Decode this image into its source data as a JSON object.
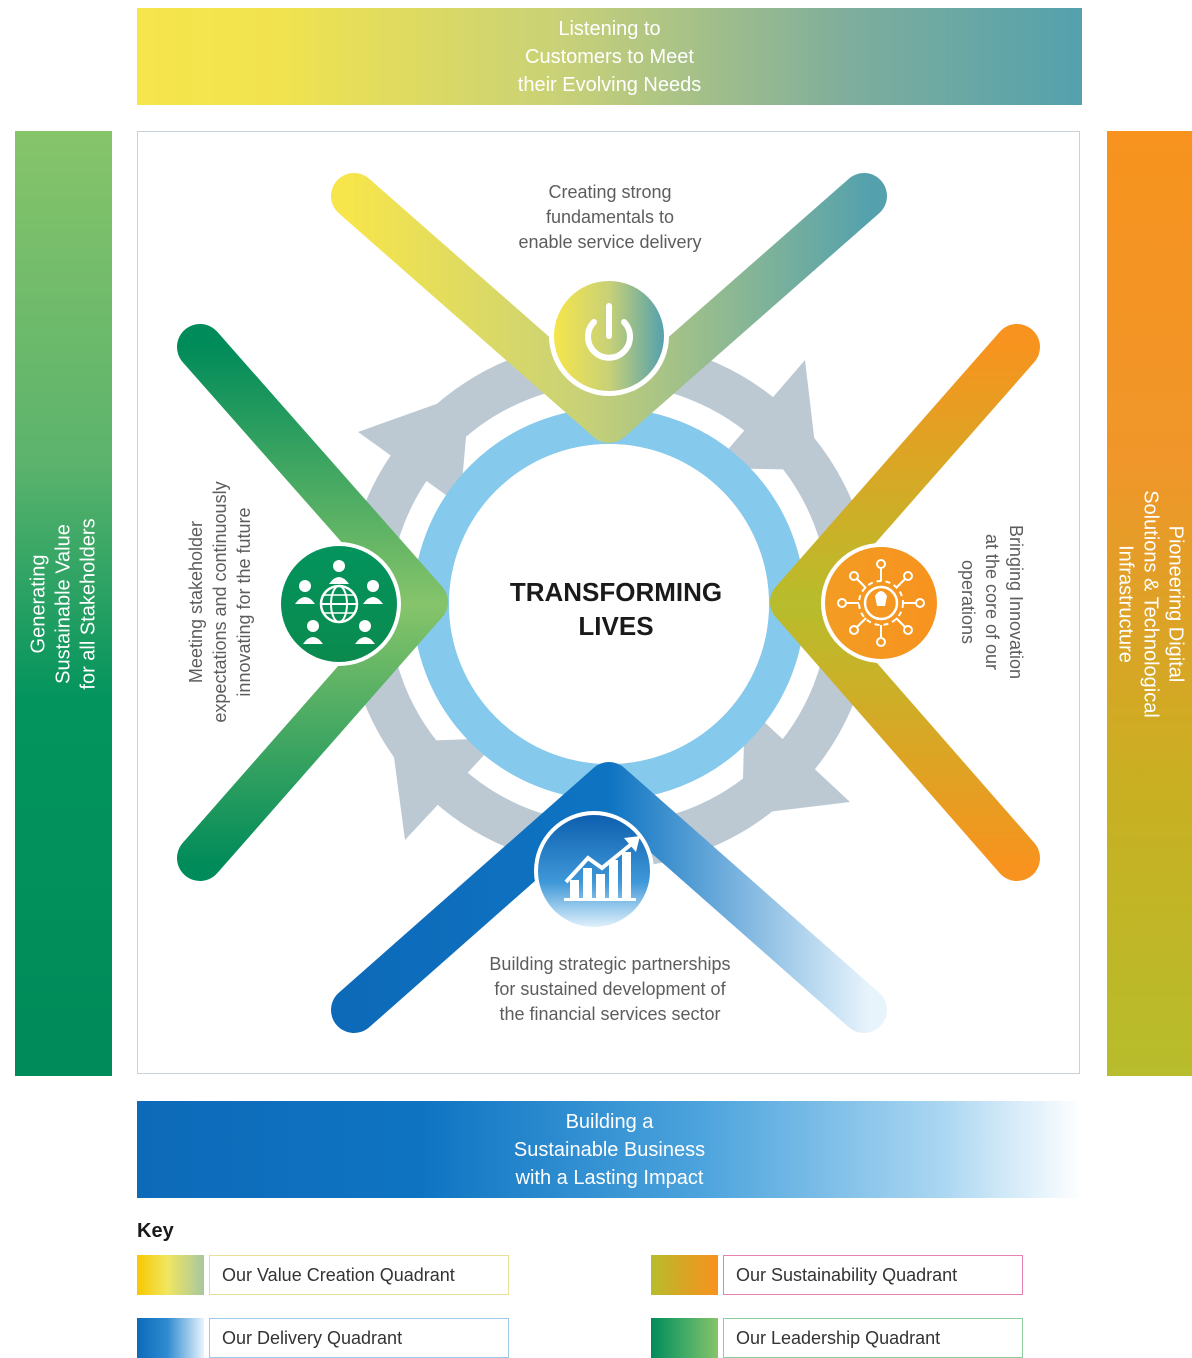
{
  "bands": {
    "top": "Listening to\nCustomers to Meet\ntheir Evolving Needs",
    "bottom": "Building a\nSustainable Business\nwith a Lasting Impact",
    "left": "Generating\nSustainable Value\nfor all Stakeholders",
    "right": "Pioneering Digital\nSolutions & Technological\nInfrastructure"
  },
  "center_title": "TRANSFORMING\nLIVES",
  "captions": {
    "top": "Creating strong\nfundamentals to\nenable service delivery",
    "bottom": "Building strategic partnerships\nfor sustained development of\nthe financial services sector",
    "left": "Meeting stakeholder\nexpectations and continuously\ninnovating for the future",
    "right": "Bringing Innovation\nat the core of our\noperations"
  },
  "icons": {
    "top": "power-icon",
    "right": "innovation-gear-icon",
    "bottom": "growth-chart-icon",
    "left": "globe-people-icon"
  },
  "key": {
    "title": "Key",
    "items": [
      {
        "label": "Our Value Creation Quadrant",
        "color": "#f6c800"
      },
      {
        "label": "Our Sustainability Quadrant",
        "color": "#f7931e"
      },
      {
        "label": "Our Delivery Quadrant",
        "color": "#0e74c2"
      },
      {
        "label": "Our Leadership Quadrant",
        "color": "#008b5a"
      }
    ]
  },
  "colors": {
    "yellow": "#f6e54b",
    "teal": "#54a1ad",
    "orange": "#f7931e",
    "olive": "#b7bd2c",
    "green": "#008b5a",
    "light_green": "#86c46a",
    "blue": "#0e74c2",
    "light_blue": "#85c9ec",
    "ring_gray": "#bcc9d3"
  }
}
